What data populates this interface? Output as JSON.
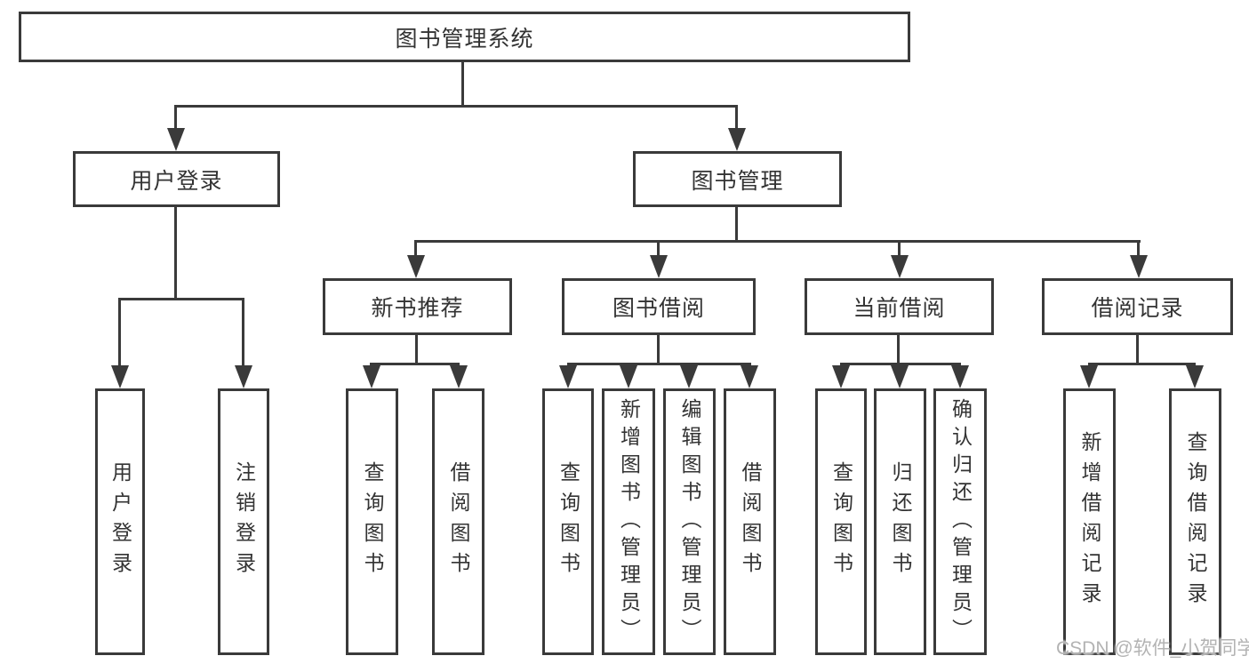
{
  "nodes": {
    "root": "图书管理系统",
    "user_login": "用户登录",
    "book_management": "图书管理",
    "new_book_recommend": "新书推荐",
    "book_borrow": "图书借阅",
    "current_borrow": "当前借阅",
    "borrow_records": "借阅记录",
    "leaves": {
      "user_login_child": "用户登录",
      "logout": "注销登录",
      "rec_query_books": "查询图书",
      "rec_borrow_books": "借阅图书",
      "bb_query_books": "查询图书",
      "bb_add_books": "新增图书（管理员）",
      "bb_edit_books": "编辑图书（管理员）",
      "bb_borrow_books": "借阅图书",
      "cb_query_books": "查询图书",
      "cb_return_books": "归还图书",
      "cb_confirm_return": "确认归还（管理员）",
      "br_add_record": "新增借阅记录",
      "br_query_record": "查询借阅记录"
    }
  },
  "colors": {
    "line": "#3a3a3a",
    "text": "#333333",
    "watermark": "#b3b3b3",
    "background": "#ffffff"
  },
  "watermark": "CSDN @软件_小贺同学"
}
